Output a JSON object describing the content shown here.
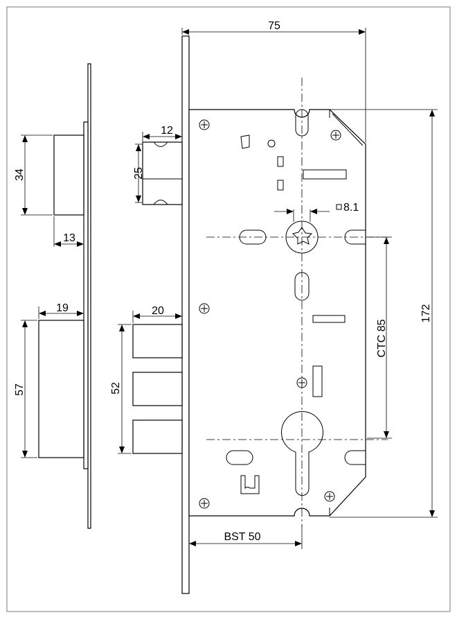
{
  "dimensions": {
    "total_depth": "75",
    "latch_width": "12",
    "latch_height": "25",
    "spindle_square": "8.1",
    "height_overall": "172",
    "ctc": "CTC 85",
    "deadbolt_width": "20",
    "deadbolt_height": "52",
    "backset": "BST 50",
    "strike_latch_height": "34",
    "strike_latch_depth": "13",
    "strike_bolt_depth": "19",
    "strike_bolt_height": "57"
  }
}
